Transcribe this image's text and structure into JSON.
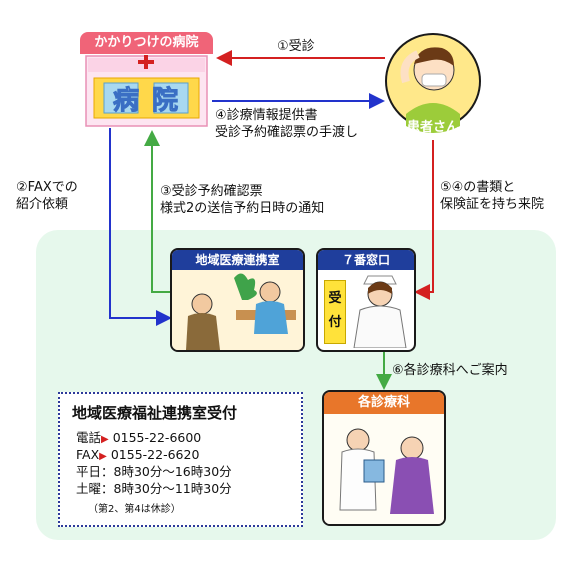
{
  "hospital": {
    "header": "かかりつけの病院",
    "sign": "病 院"
  },
  "patient": {
    "label": "患者さん"
  },
  "steps": {
    "s1": "①受診",
    "s4": "④診療情報提供書\n受診予約確認票の手渡し",
    "s2": "②FAXでの\n紹介依頼",
    "s3": "③受診予約確認票\n様式2の送信予約日時の通知",
    "s5": "⑤④の書類と\n保険証を持ち来院",
    "s6": "⑥各診療科へご案内"
  },
  "liaison_room": {
    "header": "地域医療連携室"
  },
  "window7": {
    "header": "７番窓口",
    "sign": "受\n付"
  },
  "departments": {
    "header": "各診療科"
  },
  "info": {
    "title": "地域医療福祉連携室受付",
    "phone_label": "電話",
    "phone": "0155-22-6600",
    "fax_label": "FAX",
    "fax": "0155-22-6620",
    "weekday": "平日：8時30分〜16時30分",
    "saturday": "土曜：8時30分〜11時30分",
    "note": "（第2、第4は休診）"
  },
  "colors": {
    "red": "#d42020",
    "blue": "#2233cc",
    "green": "#44aa44",
    "zone": "#e6f8ec",
    "header_blue": "#1f3e9c",
    "header_orange": "#e8762a",
    "hospital_header": "#f06478"
  }
}
